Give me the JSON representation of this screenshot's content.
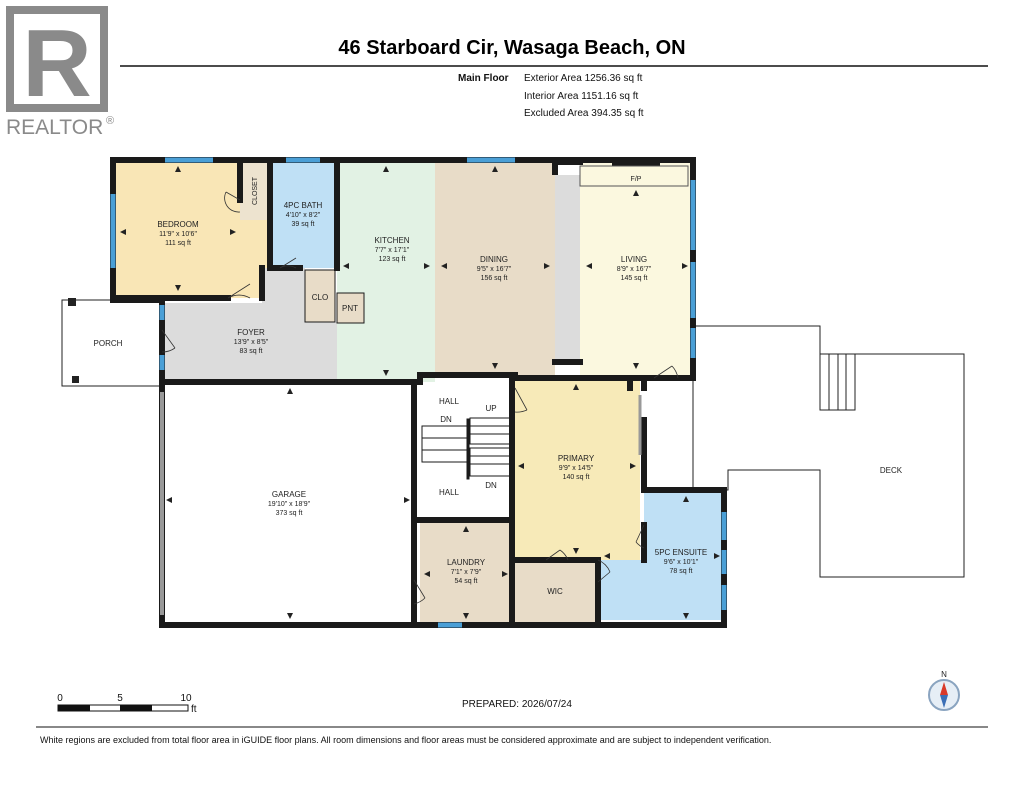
{
  "header": {
    "title": "46 Starboard Cir, Wasaga Beach, ON",
    "floor_label": "Main Floor",
    "exterior_area": "Exterior Area 1256.36 sq ft",
    "interior_area": "Interior Area 1151.16 sq ft",
    "excluded_area": "Excluded Area 394.35 sq ft"
  },
  "logo": {
    "text": "REALTOR",
    "mark": "®",
    "letter": "R"
  },
  "rooms": {
    "bedroom": {
      "name": "BEDROOM",
      "dims": "11'9\" x 10'6\"",
      "area": "111 sq ft",
      "color": "#f9e6b6"
    },
    "closet": {
      "name": "CLOSET"
    },
    "bath": {
      "name": "4PC BATH",
      "dims": "4'10\" x 8'2\"",
      "area": "39 sq ft",
      "color": "#bfe0f5"
    },
    "kitchen": {
      "name": "KITCHEN",
      "dims": "7'7\" x 17'1\"",
      "area": "123 sq ft",
      "color": "#e2f2e4"
    },
    "dining": {
      "name": "DINING",
      "dims": "9'5\" x 16'7\"",
      "area": "156 sq ft",
      "color": "#e8dcc8"
    },
    "living": {
      "name": "LIVING",
      "dims": "8'9\" x 16'7\"",
      "area": "145 sq ft",
      "color": "#fbf8df",
      "fp": "F/P"
    },
    "clo": {
      "name": "CLO"
    },
    "pnt": {
      "name": "PNT"
    },
    "foyer": {
      "name": "FOYER",
      "dims": "13'9\" x 8'5\"",
      "area": "83 sq ft",
      "color": "#dcdcdc"
    },
    "porch": {
      "name": "PORCH"
    },
    "garage": {
      "name": "GARAGE",
      "dims": "19'10\" x 18'9\"",
      "area": "373 sq ft"
    },
    "hall_top": {
      "name": "HALL"
    },
    "hall_bottom": {
      "name": "HALL"
    },
    "stairs_dn_top": "DN",
    "stairs_up": "UP",
    "stairs_dn_bottom": "DN",
    "primary": {
      "name": "PRIMARY",
      "dims": "9'9\" x 14'5\"",
      "area": "140 sq ft",
      "color": "#f7eab8"
    },
    "laundry": {
      "name": "LAUNDRY",
      "dims": "7'1\" x 7'9\"",
      "area": "54 sq ft",
      "color": "#e8dcc8"
    },
    "wic": {
      "name": "WIC",
      "color": "#e8dcc8"
    },
    "ensuite": {
      "name": "5PC ENSUITE",
      "dims": "9'6\" x 10'1\"",
      "area": "78 sq ft",
      "color": "#bfe0f5"
    },
    "deck": {
      "name": "DECK"
    }
  },
  "scale_bar": {
    "labels": [
      "0",
      "5",
      "10"
    ],
    "unit": "ft"
  },
  "prepared": "PREPARED: 2026/07/24",
  "compass": {
    "label": "N",
    "icon": "compass-icon"
  },
  "footer": {
    "disclaimer": "White regions are excluded from total floor area in iGUIDE floor plans. All room dimensions and floor areas must be considered approximate and are subject to independent verification."
  },
  "colors": {
    "wall": "#1a1a1a",
    "window": "#4a9fd6",
    "logo": "#8a8a8a"
  }
}
